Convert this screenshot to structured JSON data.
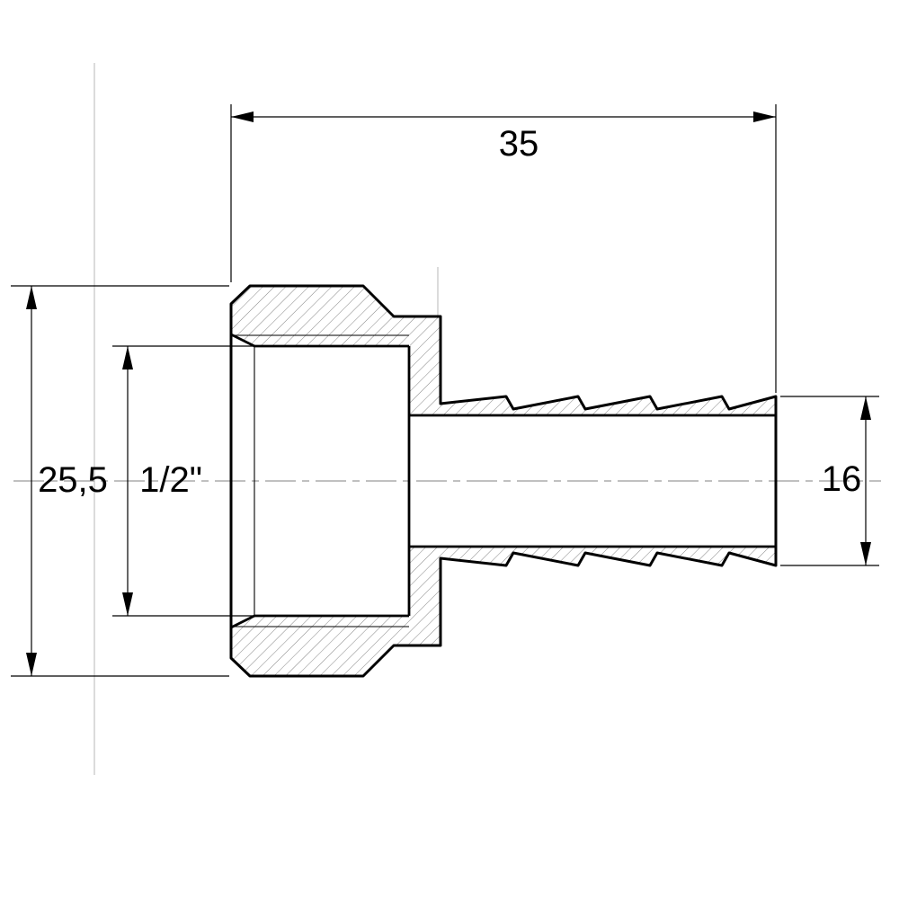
{
  "drawing": {
    "colors": {
      "outline": "#000000",
      "hatch": "#777777",
      "construction": "#c3c3c3",
      "centerline": "#9b9b9b",
      "background": "#ffffff"
    },
    "dimensions": {
      "overall_length": {
        "label": "35"
      },
      "hex_width": {
        "label": "25,5"
      },
      "thread_size": {
        "label": "1/2\""
      },
      "barb_outer_diameter": {
        "label": "16"
      }
    }
  }
}
